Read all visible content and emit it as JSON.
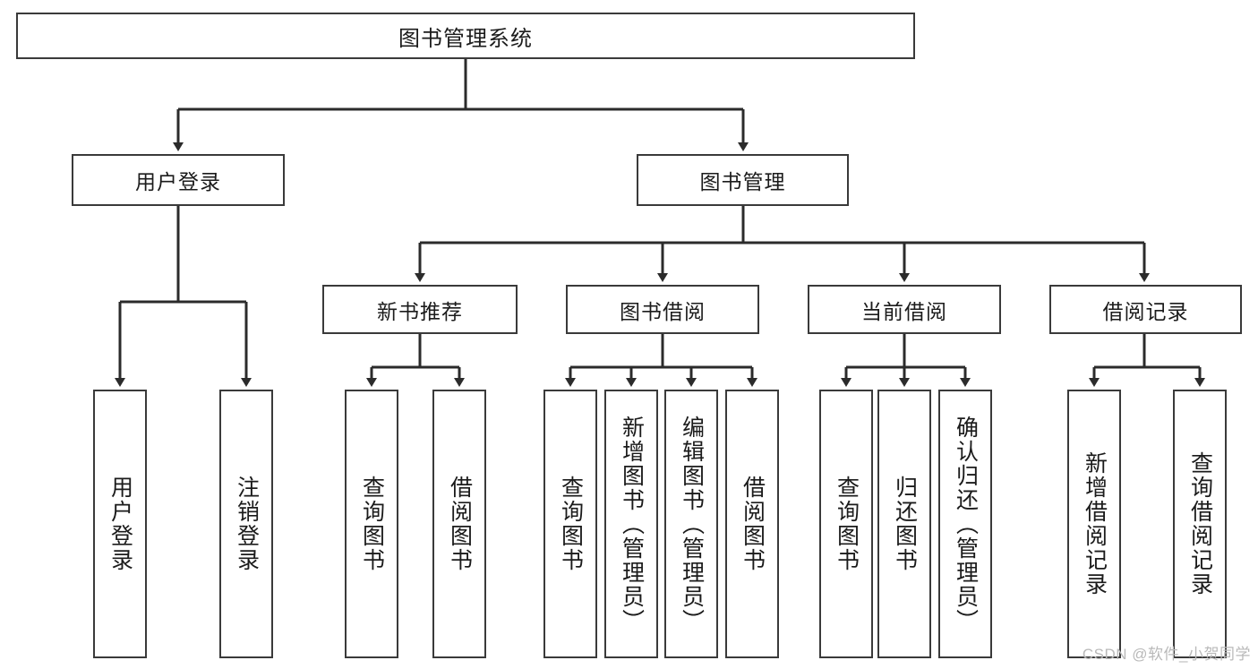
{
  "diagram": {
    "type": "tree-hierarchy",
    "title": "图书管理系统",
    "colors": {
      "box_border": "#3a3a3a",
      "box_fill": "#ffffff",
      "connector": "#2b2b2b",
      "text": "#1b1b1b",
      "watermark": "#b9b9b9"
    },
    "root": {
      "label": "图书管理系统"
    },
    "level2": [
      {
        "label": "用户登录"
      },
      {
        "label": "图书管理"
      }
    ],
    "level3": [
      {
        "label": "新书推荐"
      },
      {
        "label": "图书借阅"
      },
      {
        "label": "当前借阅"
      },
      {
        "label": "借阅记录"
      }
    ],
    "leaves": {
      "user_login": [
        {
          "label": "用户登录"
        },
        {
          "label": "注销登录"
        }
      ],
      "new_book_recommend": [
        {
          "label": "查询图书"
        },
        {
          "label": "借阅图书"
        }
      ],
      "book_borrow": [
        {
          "label": "查询图书"
        },
        {
          "label": "新增图书（管理员）"
        },
        {
          "label": "编辑图书（管理员）"
        },
        {
          "label": "借阅图书"
        }
      ],
      "current_borrow": [
        {
          "label": "查询图书"
        },
        {
          "label": "归还图书"
        },
        {
          "label": "确认归还（管理员）"
        }
      ],
      "borrow_records": [
        {
          "label": "新增借阅记录"
        },
        {
          "label": "查询借阅记录"
        }
      ]
    }
  },
  "watermark": {
    "text": "CSDN @软件_小贺同学"
  }
}
